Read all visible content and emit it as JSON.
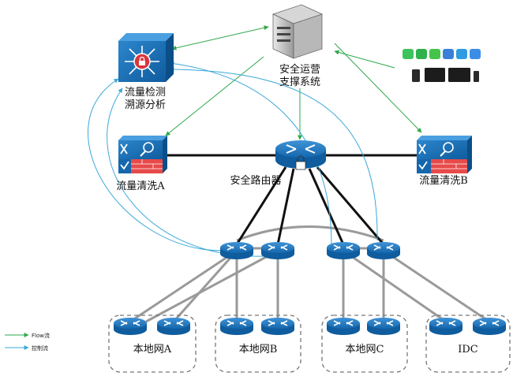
{
  "nodes": {
    "ops_system": "安全运营\n支撑系统",
    "trace": "流量检测\n溯源分析",
    "clean_a": "流量清洗A",
    "clean_b": "流量清洗B",
    "core_router": "安全路由器",
    "lan_a": "本地网A",
    "lan_b": "本地网B",
    "lan_c": "本地网C",
    "idc": "IDC"
  },
  "legend": {
    "flow": "Flow流",
    "control": "控制流"
  },
  "colors": {
    "flow_line": "#2ea84a",
    "control_line": "#3aa8d8",
    "device_blue": "#1a6fb5",
    "link_black": "#111111",
    "link_gray": "#9a9a9a"
  }
}
